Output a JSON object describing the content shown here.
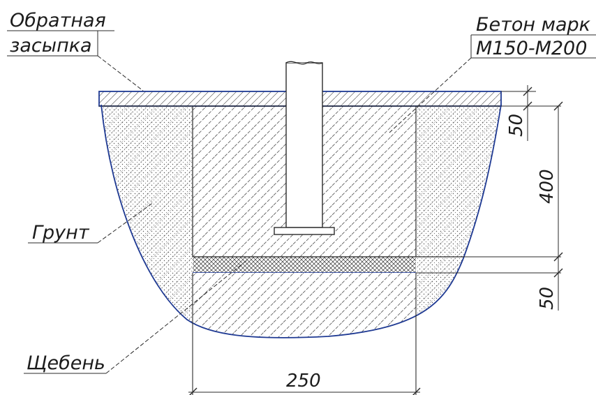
{
  "labels": {
    "backfill_line1": "Обратная",
    "backfill_line2": "засыпка",
    "concrete_line1": "Бетон марк",
    "concrete_line2": "М150-М200",
    "soil": "Грунт",
    "gravel": "Щебень"
  },
  "dimensions": {
    "top_backfill": "50",
    "concrete_depth": "400",
    "gravel_layer": "50",
    "width": "250"
  },
  "colors": {
    "outline": "#1f3a93",
    "ink": "#1c1c1c",
    "paper": "#ffffff"
  }
}
